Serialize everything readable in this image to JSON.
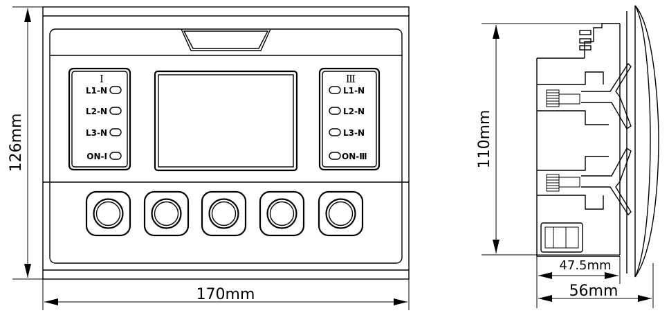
{
  "dimensions": {
    "front_height": "126mm",
    "front_width": "170mm",
    "side_height": "110mm",
    "side_depth_inner": "47.5mm",
    "side_depth_outer": "56mm"
  },
  "left_panel": {
    "roman": "Ⅰ",
    "leds": [
      "L1-N",
      "L2-N",
      "L3-N",
      "ON-Ⅰ"
    ]
  },
  "right_panel": {
    "roman": "Ⅲ",
    "leds": [
      "L1-N",
      "L2-N",
      "L3-N",
      "ON-Ⅲ"
    ]
  },
  "button_count": 5
}
